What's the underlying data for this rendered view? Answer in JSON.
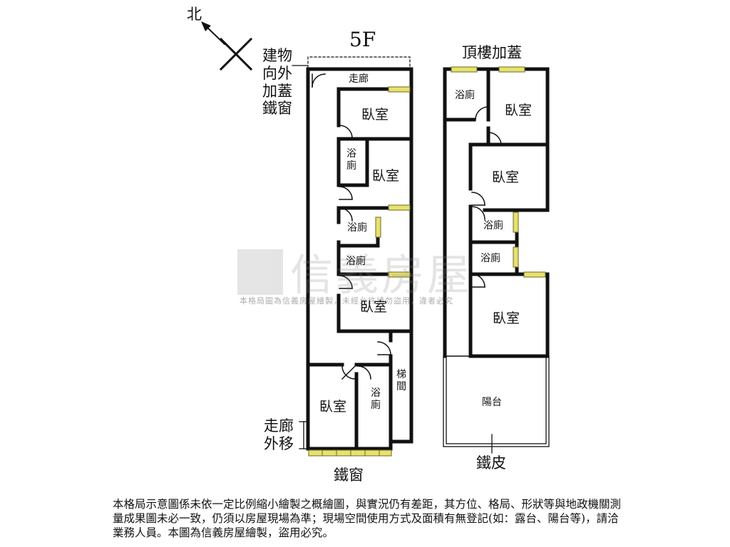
{
  "floor_title": "5F",
  "roof_title": "頂樓加蓋",
  "north": {
    "label": "北"
  },
  "annotations": {
    "building_window": "建物\n向外\n加蓋\n鐵窗",
    "corridor_shift": "走廊\n外移",
    "iron_window": "鐵窗",
    "iron_sheet": "鐵皮"
  },
  "rooms_5f": {
    "corridor": "走廊",
    "bedroom_1": "臥室",
    "bathroom_1": "浴廁",
    "bedroom_2": "臥室",
    "bathroom_2": "浴廁",
    "bathroom_3": "浴廁",
    "bedroom_3": "臥室",
    "stairs": "梯間",
    "bedroom_4": "臥室",
    "bathroom_4": "浴廁"
  },
  "rooms_roof": {
    "bathroom_1": "浴廁",
    "bedroom_1": "臥室",
    "bedroom_2": "臥室",
    "bathroom_2": "浴廁",
    "bathroom_3": "浴廁",
    "bedroom_3": "臥室",
    "balcony": "陽台"
  },
  "watermark": {
    "brand": "信義房屋",
    "sub": "本格局圖為信義房屋繪製，未經允許請勿盜用，違者必究"
  },
  "disclaimer": "本格局示意圖係未依一定比例縮小繪製之概繪圖，與實況仍有差距，其方位、格局、形狀等與地政機關測量成果圖未必一致，仍須以房屋現場為準；現場空間使用方式及面積有無登記(如：露台、陽台等)，請洽業務人員。本圖為信義房屋繪製，盜用必究。",
  "colors": {
    "wall": "#111111",
    "window": "#e8e070",
    "window_edge": "#6a6a20"
  }
}
